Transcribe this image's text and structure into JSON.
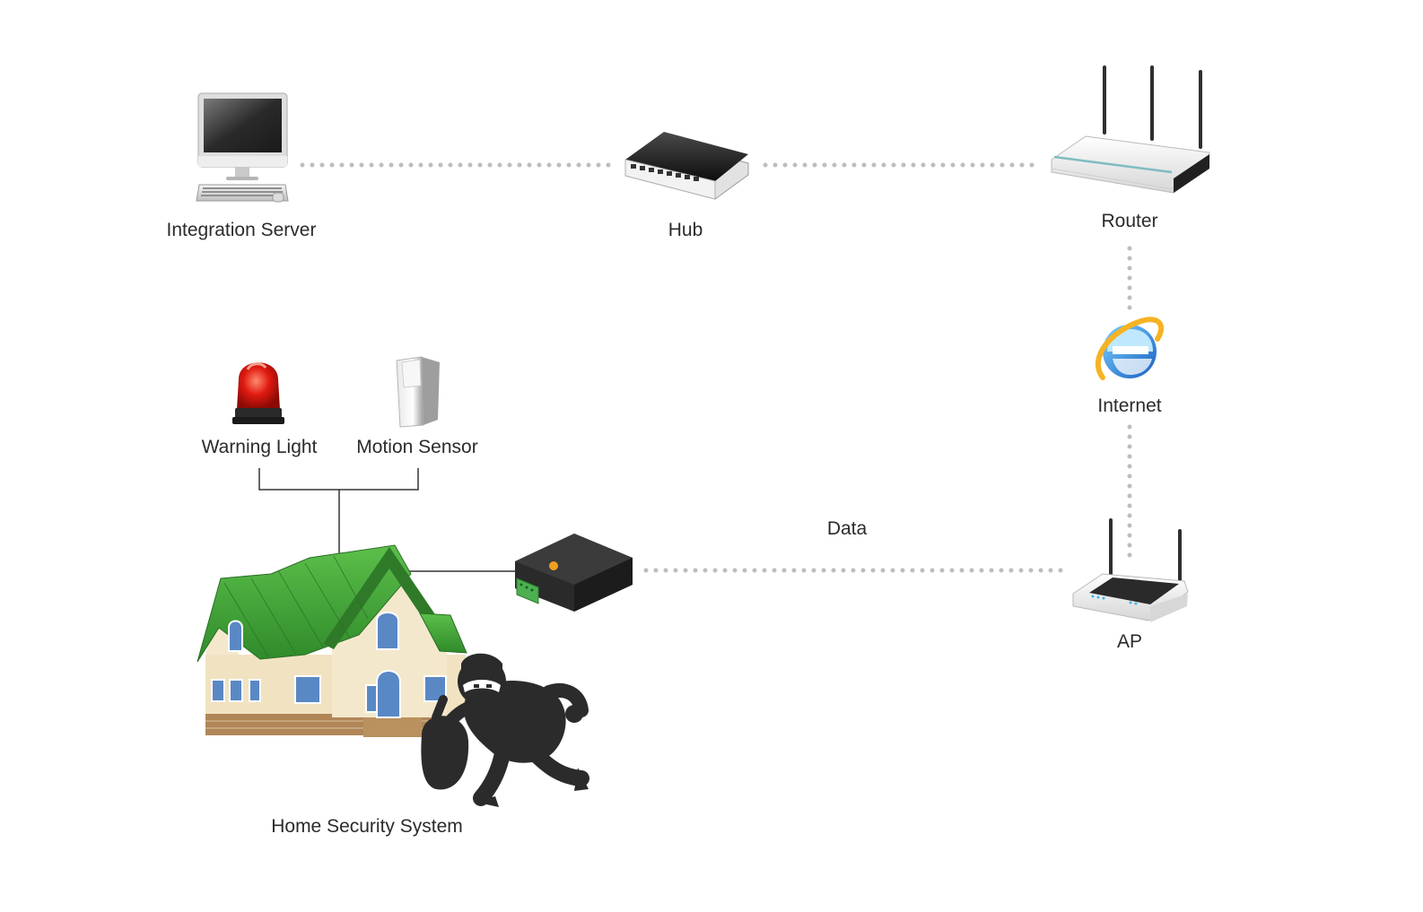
{
  "nodes": {
    "integration_server": "Integration Server",
    "hub": "Hub",
    "router": "Router",
    "internet": "Internet",
    "ap": "AP",
    "warning_light": "Warning Light",
    "motion_sensor": "Motion Sensor",
    "home_security_system": "Home Security System"
  },
  "links": {
    "data_label": "Data"
  },
  "icons": {
    "integration_server": "desktop-computer-icon",
    "hub": "network-hub-icon",
    "router": "wireless-router-icon",
    "internet": "internet-explorer-icon",
    "ap": "access-point-icon",
    "warning_light": "red-beacon-icon",
    "motion_sensor": "motion-sensor-icon",
    "controller": "io-controller-icon",
    "house": "house-icon",
    "burglar": "burglar-icon"
  },
  "colors": {
    "dotted_link": "#bdbdbd",
    "wire": "#333333",
    "roof": "#3e9e35",
    "beacon": "#e01a10"
  }
}
